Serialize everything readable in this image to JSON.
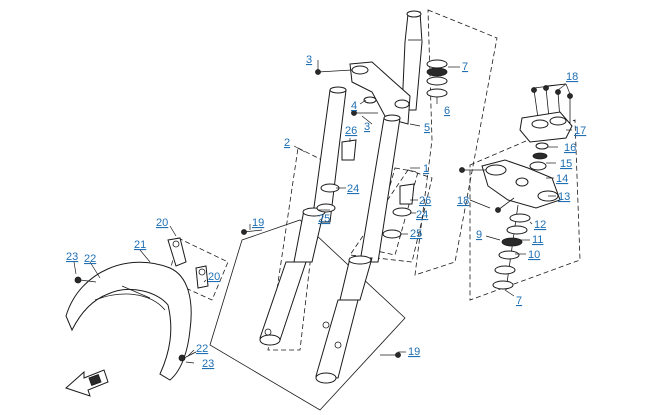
{
  "diagram": {
    "callouts": [
      {
        "id": "c7a",
        "text": "7"
      },
      {
        "id": "c3a",
        "text": "3"
      },
      {
        "id": "c4",
        "text": "4"
      },
      {
        "id": "c3b",
        "text": "3"
      },
      {
        "id": "c6",
        "text": "6"
      },
      {
        "id": "c5",
        "text": "5"
      },
      {
        "id": "c2",
        "text": "2"
      },
      {
        "id": "c26a",
        "text": "26"
      },
      {
        "id": "c1",
        "text": "1"
      },
      {
        "id": "c24a",
        "text": "24"
      },
      {
        "id": "c25a",
        "text": "25"
      },
      {
        "id": "c26b",
        "text": "26"
      },
      {
        "id": "c24b",
        "text": "24"
      },
      {
        "id": "c25b",
        "text": "25"
      },
      {
        "id": "c19a",
        "text": "19"
      },
      {
        "id": "c19b",
        "text": "19"
      },
      {
        "id": "c18a",
        "text": "18"
      },
      {
        "id": "c17",
        "text": "17"
      },
      {
        "id": "c16",
        "text": "16"
      },
      {
        "id": "c15",
        "text": "15"
      },
      {
        "id": "c14",
        "text": "14"
      },
      {
        "id": "c13",
        "text": "13"
      },
      {
        "id": "c18b",
        "text": "18"
      },
      {
        "id": "c12",
        "text": "12"
      },
      {
        "id": "c9",
        "text": "9"
      },
      {
        "id": "c11",
        "text": "11"
      },
      {
        "id": "c10",
        "text": "10"
      },
      {
        "id": "c7b",
        "text": "7"
      },
      {
        "id": "c20a",
        "text": "20"
      },
      {
        "id": "c21",
        "text": "21"
      },
      {
        "id": "c23a",
        "text": "23"
      },
      {
        "id": "c22a",
        "text": "22"
      },
      {
        "id": "c20b",
        "text": "20"
      },
      {
        "id": "c22b",
        "text": "22"
      },
      {
        "id": "c23b",
        "text": "23"
      }
    ],
    "colors": {
      "callout": "#1f6fb2",
      "line": "#1a1a1a",
      "background": "#ffffff"
    },
    "icons": [
      "front-direction-arrow-icon"
    ]
  }
}
